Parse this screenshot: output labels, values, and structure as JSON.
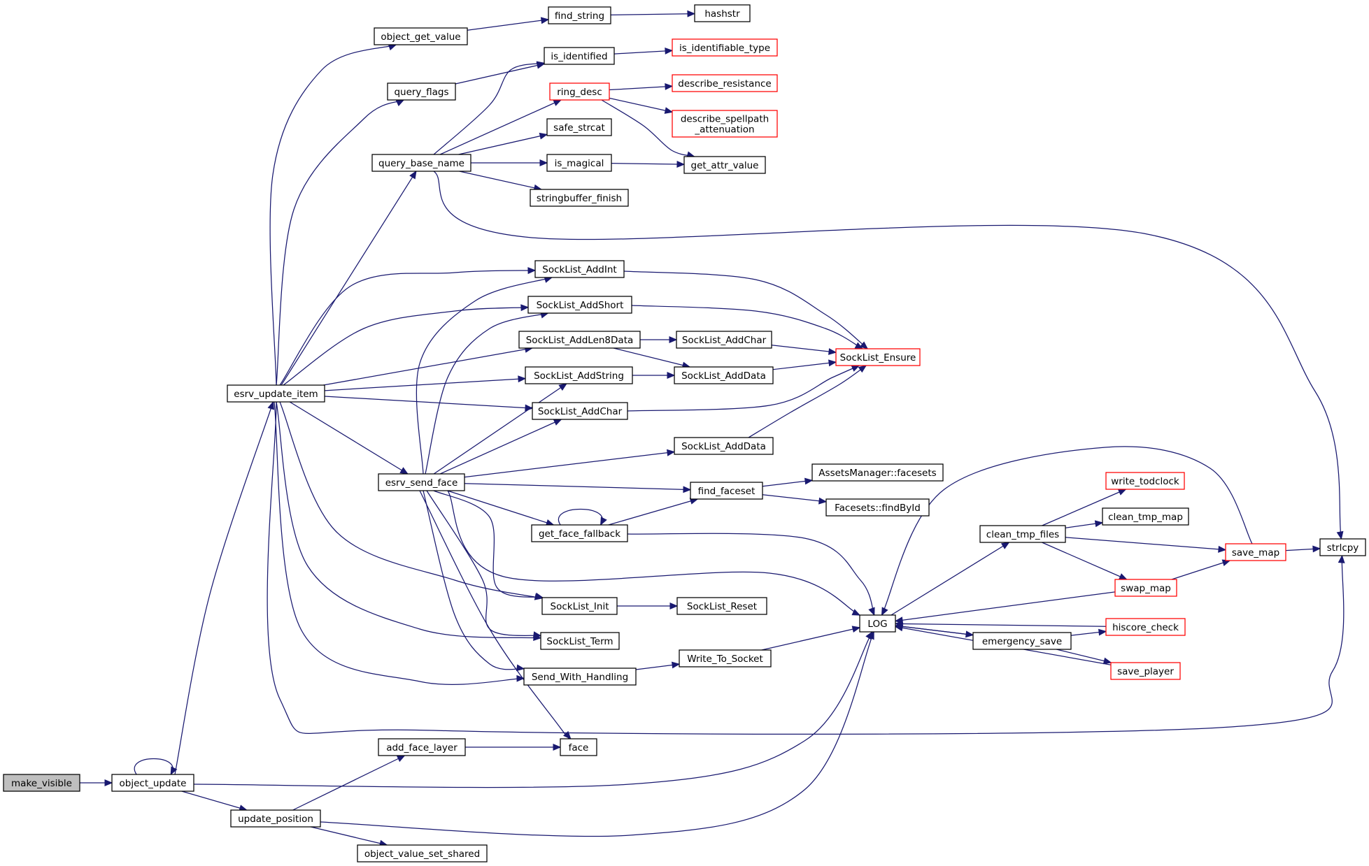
{
  "graph": {
    "colors": {
      "edge": "#191970",
      "node_border": "#000000",
      "truncated_border": "#ff0000",
      "root_fill": "#bfbfbf",
      "background": "#ffffff"
    },
    "nodes": {
      "make_visible": {
        "label": "make_visible",
        "style": "root"
      },
      "object_update": {
        "label": "object_update",
        "style": "normal"
      },
      "update_position": {
        "label": "update_position",
        "style": "normal"
      },
      "object_value_set_shared": {
        "label": "object_value_set_shared",
        "style": "normal"
      },
      "add_face_layer": {
        "label": "add_face_layer",
        "style": "normal"
      },
      "face": {
        "label": "face",
        "style": "normal"
      },
      "esrv_update_item": {
        "label": "esrv_update_item",
        "style": "normal"
      },
      "object_get_value": {
        "label": "object_get_value",
        "style": "normal"
      },
      "find_string": {
        "label": "find_string",
        "style": "normal"
      },
      "hashstr": {
        "label": "hashstr",
        "style": "normal"
      },
      "query_flags": {
        "label": "query_flags",
        "style": "normal"
      },
      "is_identified": {
        "label": "is_identified",
        "style": "normal"
      },
      "is_identifiable_type": {
        "label": "is_identifiable_type",
        "style": "truncated"
      },
      "query_base_name": {
        "label": "query_base_name",
        "style": "normal"
      },
      "ring_desc": {
        "label": "ring_desc",
        "style": "truncated"
      },
      "describe_resistance": {
        "label": "describe_resistance",
        "style": "truncated"
      },
      "describe_spellpath_attenuation": {
        "label": [
          "describe_spellpath",
          "_attenuation"
        ],
        "style": "truncated"
      },
      "safe_strcat": {
        "label": "safe_strcat",
        "style": "normal"
      },
      "is_magical": {
        "label": "is_magical",
        "style": "normal"
      },
      "get_attr_value": {
        "label": "get_attr_value",
        "style": "normal"
      },
      "stringbuffer_finish": {
        "label": "stringbuffer_finish",
        "style": "normal"
      },
      "strlcpy": {
        "label": "strlcpy",
        "style": "normal"
      },
      "SockList_AddInt": {
        "label": "SockList_AddInt",
        "style": "normal"
      },
      "SockList_AddShort": {
        "label": "SockList_AddShort",
        "style": "normal"
      },
      "SockList_AddLen8Data": {
        "label": "SockList_AddLen8Data",
        "style": "normal"
      },
      "SockList_AddChar_r": {
        "label": "SockList_AddChar",
        "style": "normal"
      },
      "SockList_Ensure": {
        "label": "SockList_Ensure",
        "style": "truncated"
      },
      "SockList_AddString": {
        "label": "SockList_AddString",
        "style": "normal"
      },
      "SockList_AddData_a": {
        "label": "SockList_AddData",
        "style": "normal"
      },
      "SockList_AddChar_l": {
        "label": "SockList_AddChar",
        "style": "normal"
      },
      "SockList_AddData_b": {
        "label": "SockList_AddData",
        "style": "normal"
      },
      "esrv_send_face": {
        "label": "esrv_send_face",
        "style": "normal"
      },
      "find_faceset": {
        "label": "find_faceset",
        "style": "normal"
      },
      "AssetsManager_facesets": {
        "label": "AssetsManager::facesets",
        "style": "normal"
      },
      "Facesets_findById": {
        "label": "Facesets::findById",
        "style": "normal"
      },
      "get_face_fallback": {
        "label": "get_face_fallback",
        "style": "normal"
      },
      "SockList_Init": {
        "label": "SockList_Init",
        "style": "normal"
      },
      "SockList_Reset": {
        "label": "SockList_Reset",
        "style": "normal"
      },
      "SockList_Term": {
        "label": "SockList_Term",
        "style": "normal"
      },
      "Send_With_Handling": {
        "label": "Send_With_Handling",
        "style": "normal"
      },
      "Write_To_Socket": {
        "label": "Write_To_Socket",
        "style": "normal"
      },
      "LOG": {
        "label": "LOG",
        "style": "normal"
      },
      "clean_tmp_files": {
        "label": "clean_tmp_files",
        "style": "normal"
      },
      "write_todclock": {
        "label": "write_todclock",
        "style": "truncated"
      },
      "clean_tmp_map": {
        "label": "clean_tmp_map",
        "style": "normal"
      },
      "save_map": {
        "label": "save_map",
        "style": "truncated"
      },
      "swap_map": {
        "label": "swap_map",
        "style": "truncated"
      },
      "emergency_save": {
        "label": "emergency_save",
        "style": "normal"
      },
      "hiscore_check": {
        "label": "hiscore_check",
        "style": "truncated"
      },
      "save_player": {
        "label": "save_player",
        "style": "truncated"
      }
    },
    "edges": [
      [
        "make_visible",
        "object_update"
      ],
      [
        "object_update",
        "object_update"
      ],
      [
        "object_update",
        "update_position"
      ],
      [
        "object_update",
        "esrv_update_item"
      ],
      [
        "object_update",
        "LOG"
      ],
      [
        "update_position",
        "add_face_layer"
      ],
      [
        "update_position",
        "object_value_set_shared"
      ],
      [
        "update_position",
        "LOG"
      ],
      [
        "add_face_layer",
        "face"
      ],
      [
        "esrv_update_item",
        "object_get_value"
      ],
      [
        "esrv_update_item",
        "query_flags"
      ],
      [
        "esrv_update_item",
        "query_base_name"
      ],
      [
        "esrv_update_item",
        "SockList_AddInt"
      ],
      [
        "esrv_update_item",
        "SockList_AddShort"
      ],
      [
        "esrv_update_item",
        "SockList_AddLen8Data"
      ],
      [
        "esrv_update_item",
        "SockList_AddString"
      ],
      [
        "esrv_update_item",
        "SockList_AddChar_l"
      ],
      [
        "esrv_update_item",
        "esrv_send_face"
      ],
      [
        "esrv_update_item",
        "SockList_Init"
      ],
      [
        "esrv_update_item",
        "SockList_Term"
      ],
      [
        "esrv_update_item",
        "Send_With_Handling"
      ],
      [
        "esrv_update_item",
        "strlcpy"
      ],
      [
        "object_get_value",
        "find_string"
      ],
      [
        "find_string",
        "hashstr"
      ],
      [
        "query_flags",
        "is_identified"
      ],
      [
        "is_identified",
        "is_identifiable_type"
      ],
      [
        "query_base_name",
        "is_identified"
      ],
      [
        "query_base_name",
        "ring_desc"
      ],
      [
        "query_base_name",
        "safe_strcat"
      ],
      [
        "query_base_name",
        "is_magical"
      ],
      [
        "query_base_name",
        "stringbuffer_finish"
      ],
      [
        "query_base_name",
        "strlcpy"
      ],
      [
        "ring_desc",
        "describe_resistance"
      ],
      [
        "ring_desc",
        "describe_spellpath_attenuation"
      ],
      [
        "ring_desc",
        "get_attr_value"
      ],
      [
        "is_magical",
        "get_attr_value"
      ],
      [
        "SockList_AddInt",
        "SockList_Ensure"
      ],
      [
        "SockList_AddShort",
        "SockList_Ensure"
      ],
      [
        "SockList_AddLen8Data",
        "SockList_AddChar_r"
      ],
      [
        "SockList_AddLen8Data",
        "SockList_AddData_a"
      ],
      [
        "SockList_AddChar_r",
        "SockList_Ensure"
      ],
      [
        "SockList_AddString",
        "SockList_AddData_a"
      ],
      [
        "SockList_AddData_a",
        "SockList_Ensure"
      ],
      [
        "SockList_AddChar_l",
        "SockList_Ensure"
      ],
      [
        "SockList_AddData_b",
        "SockList_Ensure"
      ],
      [
        "esrv_send_face",
        "SockList_AddInt"
      ],
      [
        "esrv_send_face",
        "SockList_AddShort"
      ],
      [
        "esrv_send_face",
        "SockList_AddString"
      ],
      [
        "esrv_send_face",
        "SockList_AddChar_l"
      ],
      [
        "esrv_send_face",
        "SockList_AddData_b"
      ],
      [
        "esrv_send_face",
        "find_faceset"
      ],
      [
        "esrv_send_face",
        "get_face_fallback"
      ],
      [
        "esrv_send_face",
        "LOG"
      ],
      [
        "esrv_send_face",
        "SockList_Init"
      ],
      [
        "esrv_send_face",
        "SockList_Term"
      ],
      [
        "esrv_send_face",
        "Send_With_Handling"
      ],
      [
        "esrv_send_face",
        "face"
      ],
      [
        "find_faceset",
        "AssetsManager_facesets"
      ],
      [
        "find_faceset",
        "Facesets_findById"
      ],
      [
        "get_face_fallback",
        "get_face_fallback"
      ],
      [
        "get_face_fallback",
        "find_faceset"
      ],
      [
        "get_face_fallback",
        "LOG"
      ],
      [
        "SockList_Init",
        "SockList_Reset"
      ],
      [
        "Send_With_Handling",
        "Write_To_Socket"
      ],
      [
        "Write_To_Socket",
        "LOG"
      ],
      [
        "LOG",
        "clean_tmp_files"
      ],
      [
        "LOG",
        "emergency_save"
      ],
      [
        "clean_tmp_files",
        "write_todclock"
      ],
      [
        "clean_tmp_files",
        "clean_tmp_map"
      ],
      [
        "clean_tmp_files",
        "save_map"
      ],
      [
        "clean_tmp_files",
        "swap_map"
      ],
      [
        "swap_map",
        "save_map"
      ],
      [
        "swap_map",
        "LOG"
      ],
      [
        "save_map",
        "strlcpy"
      ],
      [
        "save_map",
        "LOG"
      ],
      [
        "emergency_save",
        "LOG"
      ],
      [
        "emergency_save",
        "hiscore_check"
      ],
      [
        "emergency_save",
        "save_player"
      ],
      [
        "hiscore_check",
        "LOG"
      ],
      [
        "save_player",
        "LOG"
      ]
    ]
  }
}
